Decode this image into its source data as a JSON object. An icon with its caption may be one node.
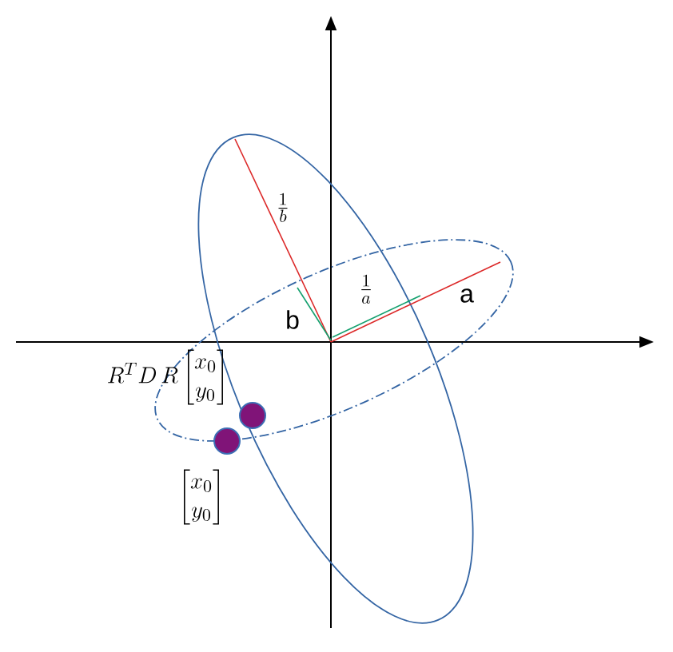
{
  "diagram": {
    "labels": [
      "\\frac{1}{b}",
      "\\frac{1}{a}",
      "a",
      "b",
      "R^T D\\, R \\begin{bmatrix}x_0\\\\ y_0\\end{bmatrix}",
      "\\begin{bmatrix}x_0\\\\ y_0\\end{bmatrix}"
    ]
  }
}
